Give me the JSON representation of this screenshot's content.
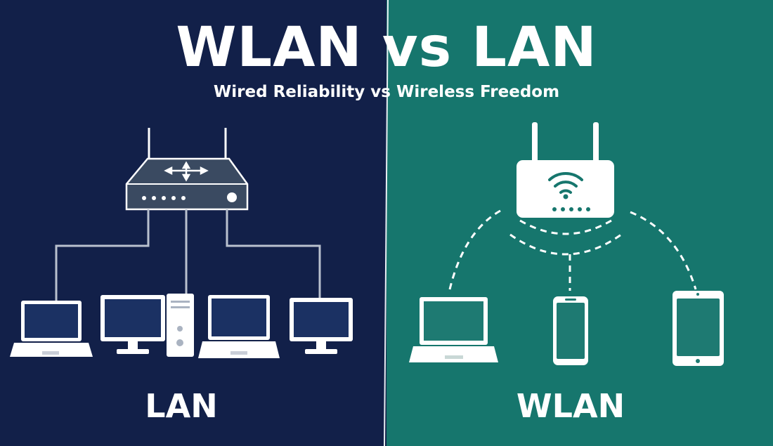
{
  "header": {
    "title": "WLAN vs LAN",
    "subtitle": "Wired Reliability vs Wireless Freedom"
  },
  "lan": {
    "label": "LAN",
    "background": "#122049",
    "devices": [
      "laptop",
      "monitor",
      "desktop-tower",
      "laptop",
      "monitor"
    ]
  },
  "wlan": {
    "label": "WLAN",
    "background": "#16766D",
    "devices": [
      "laptop",
      "smartphone",
      "tablet"
    ]
  },
  "colors": {
    "router_lan": "#3A4A61",
    "device_fill": "#ffffff",
    "screen_lan": "#1B3163",
    "screen_wlan": "#1E7A72",
    "cable": "#B9C1CE",
    "wireless_accent": "#16766D"
  }
}
